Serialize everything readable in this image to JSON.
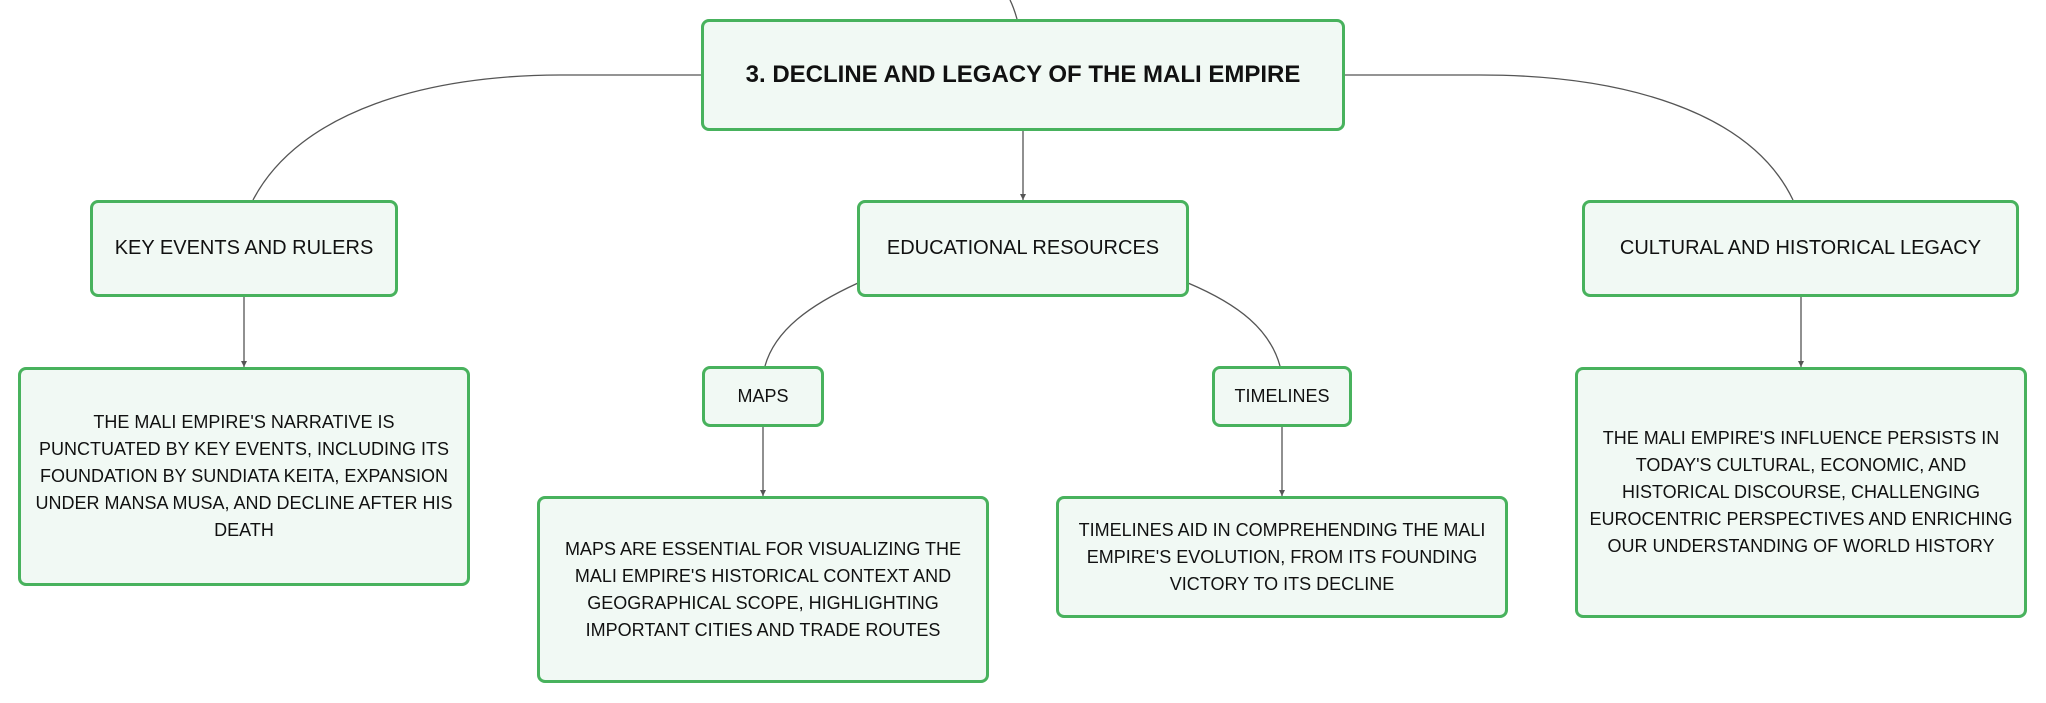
{
  "diagram": {
    "root": {
      "label": "3. DECLINE AND LEGACY OF THE MALI EMPIRE"
    },
    "branches": [
      {
        "label": "KEY EVENTS AND RULERS",
        "detail": "THE MALI EMPIRE'S NARRATIVE IS PUNCTUATED BY KEY EVENTS, INCLUDING ITS FOUNDATION BY SUNDIATA KEITA, EXPANSION UNDER MANSA MUSA, AND DECLINE AFTER HIS DEATH"
      },
      {
        "label": "EDUCATIONAL RESOURCES",
        "children": [
          {
            "label": "MAPS",
            "detail": "MAPS ARE ESSENTIAL FOR VISUALIZING THE MALI EMPIRE'S HISTORICAL CONTEXT AND GEOGRAPHICAL SCOPE, HIGHLIGHTING IMPORTANT CITIES AND TRADE ROUTES"
          },
          {
            "label": "TIMELINES",
            "detail": "TIMELINES AID IN COMPREHENDING THE MALI EMPIRE'S EVOLUTION, FROM ITS FOUNDING VICTORY TO ITS DECLINE"
          }
        ]
      },
      {
        "label": "CULTURAL AND HISTORICAL LEGACY",
        "detail": "THE MALI EMPIRE'S INFLUENCE PERSISTS IN TODAY'S CULTURAL, ECONOMIC, AND HISTORICAL DISCOURSE, CHALLENGING EUROCENTRIC PERSPECTIVES AND ENRICHING OUR UNDERSTANDING OF WORLD HISTORY"
      }
    ]
  },
  "colors": {
    "node_border": "#48b25d",
    "node_fill": "#f1f9f4",
    "connector": "#555555",
    "text": "#111111"
  }
}
